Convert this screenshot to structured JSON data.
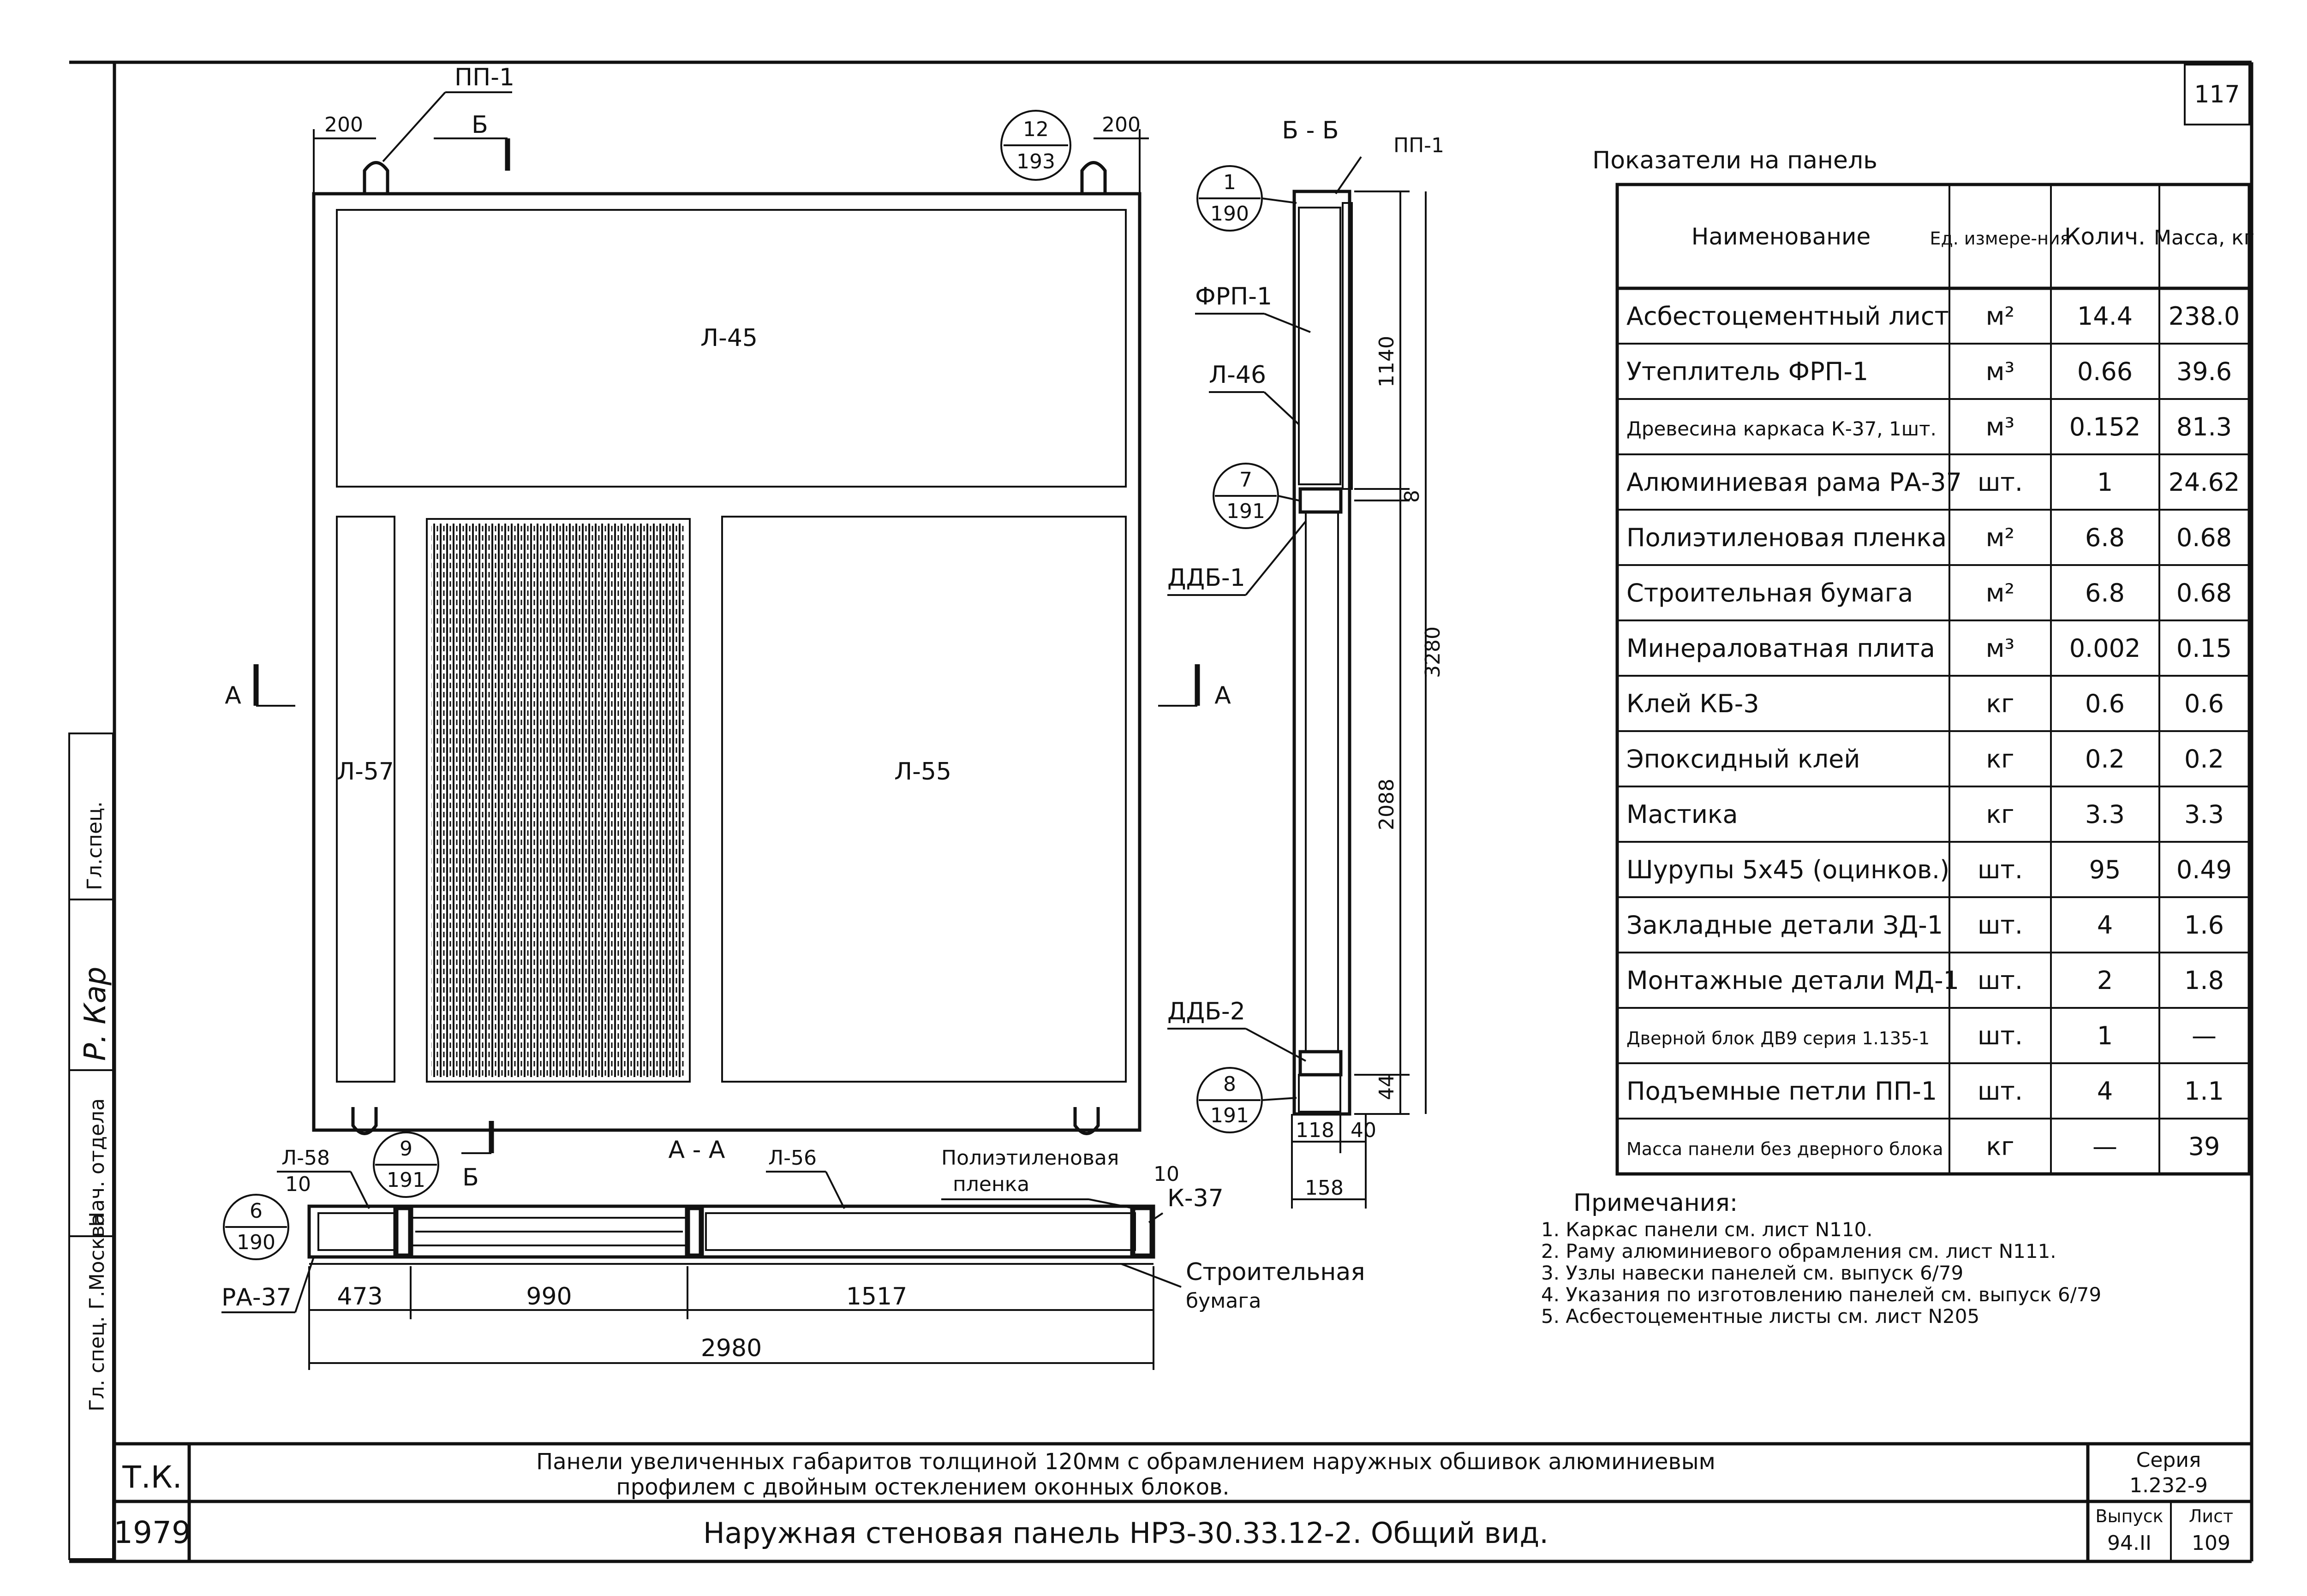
{
  "sheet_number": "117",
  "front_view": {
    "loop_label": "ПП-1",
    "section_mark_top": "Б",
    "section_mark_bottom": "Б",
    "dim_left_top": "200",
    "dim_right_top": "200",
    "ref_top": {
      "num": "12",
      "den": "193"
    },
    "panel_top": "Л-45",
    "panel_left": "Л-57",
    "panel_right": "Л-55",
    "section_mark_left": "А",
    "section_mark_right": "А"
  },
  "section_bb": {
    "title": "Б - Б",
    "loop_label": "ПП-1",
    "ref_1": {
      "num": "1",
      "den": "190"
    },
    "ref_2": {
      "num": "7",
      "den": "191"
    },
    "ref_3": {
      "num": "8",
      "den": "191"
    },
    "label_frp": "ФРП-1",
    "label_l46": "Л-46",
    "label_ddb1": "ДДБ-1",
    "label_ddb2": "ДДБ-2",
    "dim_1140": "1140",
    "dim_8": "8",
    "dim_3280": "3280",
    "dim_2088": "2088",
    "dim_44": "44",
    "dim_118": "118",
    "dim_40": "40",
    "dim_158": "158"
  },
  "section_aa": {
    "title": "А - А",
    "label_l58": "Л-58",
    "label_l56": "Л-56",
    "label_film_1": "Полиэтиленовая",
    "label_film_2": "пленка",
    "label_k37": "К-37",
    "label_ra37": "РА-37",
    "label_paper_1": "Строительная",
    "label_paper_2": "бумага",
    "dim_10a": "10",
    "dim_10b": "10",
    "ref_1": {
      "num": "9",
      "den": "191"
    },
    "ref_2": {
      "num": "6",
      "den": "190"
    },
    "dim_473": "473",
    "dim_990": "990",
    "dim_1517": "1517",
    "dim_2980": "2980"
  },
  "table": {
    "title": "Показатели на панель",
    "headers": [
      "Наименование",
      "Ед. измере-ния",
      "Колич.",
      "Масса, кг"
    ],
    "rows": [
      [
        "Асбестоцементный лист",
        "м²",
        "14.4",
        "238.0"
      ],
      [
        "Утеплитель ФРП-1",
        "м³",
        "0.66",
        "39.6"
      ],
      [
        "Древесина каркаса К-37, 1шт.",
        "м³",
        "0.152",
        "81.3"
      ],
      [
        "Алюминиевая рама РА-37",
        "шт.",
        "1",
        "24.62"
      ],
      [
        "Полиэтиленовая пленка",
        "м²",
        "6.8",
        "0.68"
      ],
      [
        "Строительная бумага",
        "м²",
        "6.8",
        "0.68"
      ],
      [
        "Минераловатная плита",
        "м³",
        "0.002",
        "0.15"
      ],
      [
        "Клей КБ-3",
        "кг",
        "0.6",
        "0.6"
      ],
      [
        "Эпоксидный клей",
        "кг",
        "0.2",
        "0.2"
      ],
      [
        "Мастика",
        "кг",
        "3.3",
        "3.3"
      ],
      [
        "Шурупы 5х45 (оцинков.)",
        "шт.",
        "95",
        "0.49"
      ],
      [
        "Закладные детали ЗД-1",
        "шт.",
        "4",
        "1.6"
      ],
      [
        "Монтажные детали МД-1",
        "шт.",
        "2",
        "1.8"
      ],
      [
        "Дверной блок ДВ9 серия 1.135-1",
        "шт.",
        "1",
        "—"
      ],
      [
        "Подъемные петли ПП-1",
        "шт.",
        "4",
        "1.1"
      ],
      [
        "Масса панели без дверного блока",
        "кг",
        "—",
        "39"
      ]
    ]
  },
  "notes": {
    "title": "Примечания:",
    "items": [
      "1. Каркас панели см. лист N110.",
      "2. Раму алюминиевого обрамления см. лист N111.",
      "3. Узлы навески панелей см. выпуск 6/79",
      "4. Указания по изготовлению панелей см. выпуск 6/79",
      "5. Асбестоцементные листы см. лист N205"
    ]
  },
  "title_block": {
    "org": "Т.К.",
    "year": "1979",
    "line1": "Панели увеличенных габаритов толщиной 120мм с обрамлением наружных обшивок алюминиевым",
    "line2": "профилем с двойным остеклением оконных блоков.",
    "main_title": "Наружная стеновая панель НРЗ-30.33.12-2. Общий вид.",
    "series_label": "Серия",
    "series_value": "1.232-9",
    "issue_label": "Выпуск",
    "issue_value": "94.II",
    "sheet_label": "Лист",
    "sheet_value": "109"
  },
  "side_stamp": {
    "dept": "Гл. спец. Г.Москва",
    "chief": "Нач. отдела",
    "signature": "Р. Кар",
    "role": "Гл.спец."
  }
}
